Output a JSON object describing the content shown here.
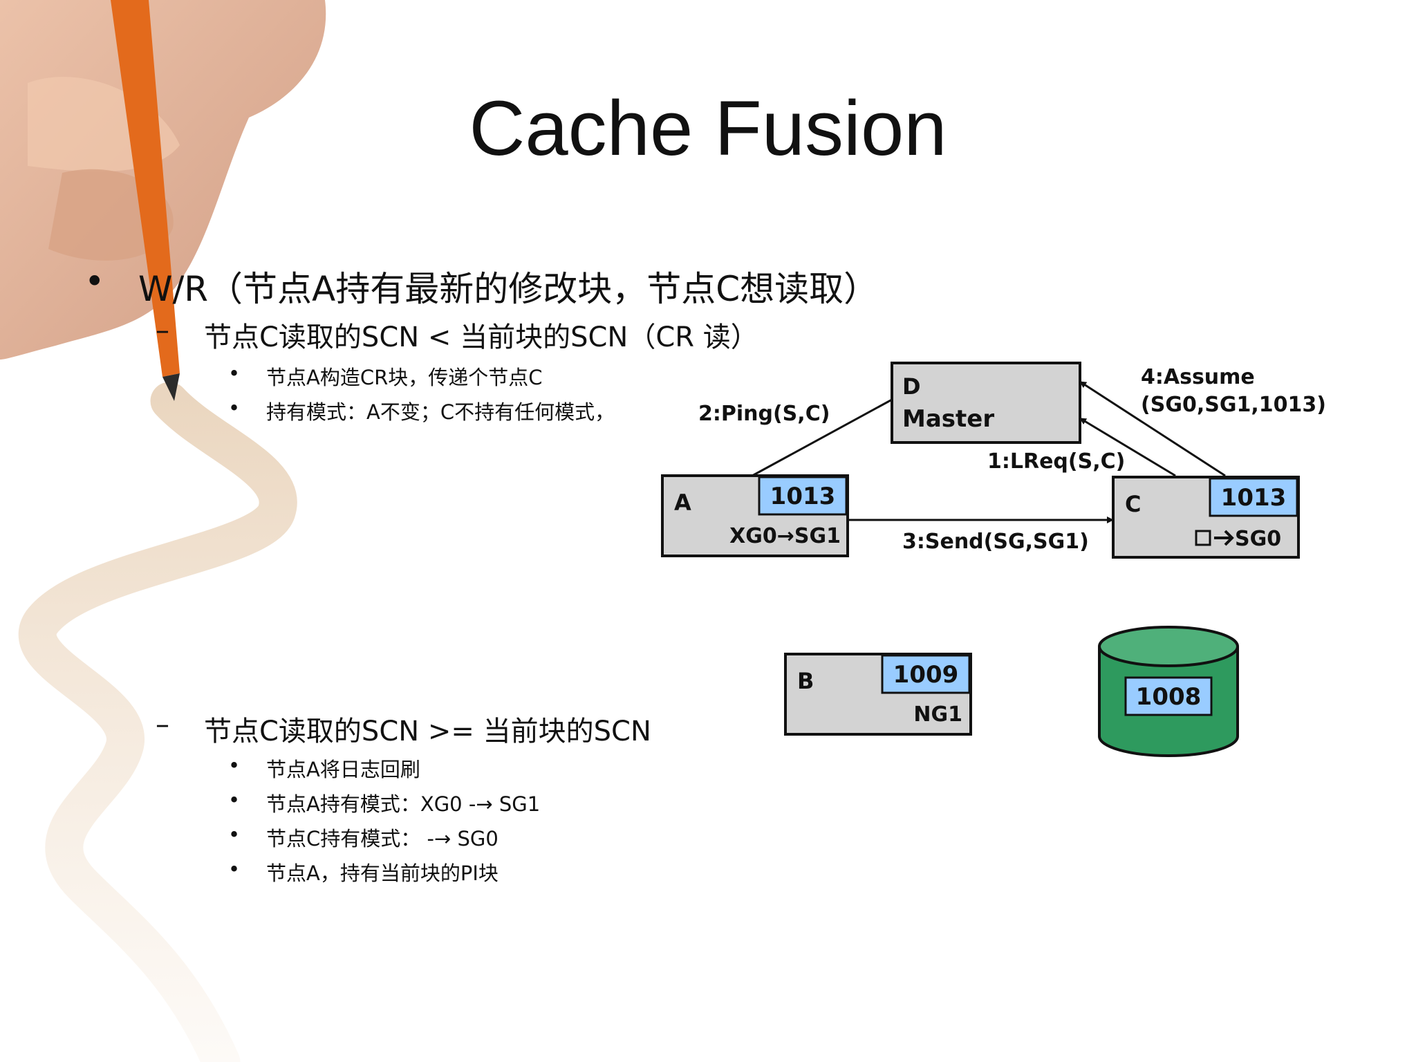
{
  "title": "Cache Fusion",
  "bullets": {
    "main": "W/R（节点A持有最新的修改块，节点C想读取）",
    "sub1": "节点C读取的SCN < 当前块的SCN（CR 读）",
    "sub1_items": [
      "节点A构造CR块，传递个节点C",
      "持有模式：A不变；C不持有任何模式，"
    ],
    "sub2": "节点C读取的SCN >= 当前块的SCN",
    "sub2_items": [
      "节点A将日志回刷",
      "节点A持有模式：XG0 -→ SG1",
      "节点C持有模式：       -→ SG0",
      "节点A，持有当前块的PI块"
    ]
  },
  "diagram": {
    "master_letter": "D",
    "master_label": "Master",
    "node_a": {
      "letter": "A",
      "scn": "1013",
      "mode": "XG0→SG1"
    },
    "node_c": {
      "letter": "C",
      "scn": "1013",
      "mode": "SG0"
    },
    "node_b": {
      "letter": "B",
      "scn": "1009",
      "mode": "NG1"
    },
    "disk_scn": "1008",
    "msg_ping": "2:Ping(S,C)",
    "msg_lreq": "1:LReq(S,C)",
    "msg_send": "3:Send(SG,SG1)",
    "msg_assume_1": "4:Assume",
    "msg_assume_2": "(SG0,SG1,1013)",
    "colors": {
      "block": "#d3d3d3",
      "scn": "#99ccff",
      "disk": "#2e9a5e",
      "disk_top": "#4fb07a"
    }
  }
}
